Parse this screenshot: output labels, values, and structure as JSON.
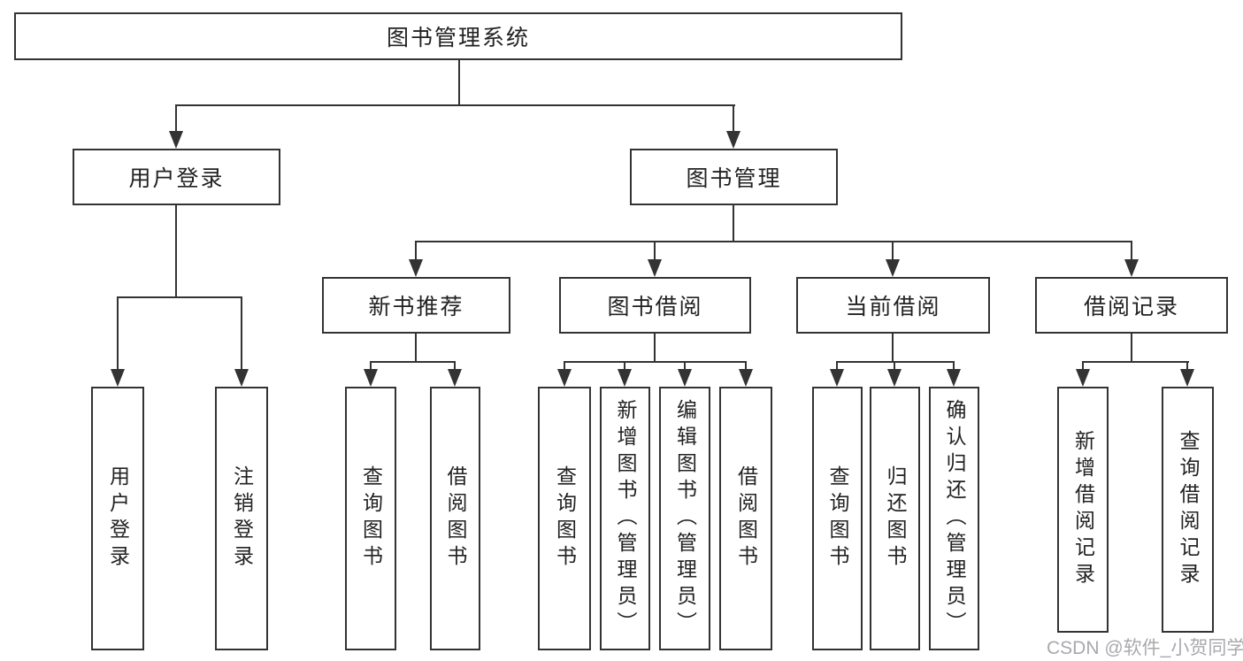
{
  "diagram": {
    "root": {
      "label": "图书管理系统"
    },
    "branches": [
      {
        "id": "user-login",
        "label": "用户登录"
      },
      {
        "id": "book-management",
        "label": "图书管理"
      }
    ],
    "modules": [
      {
        "id": "new-book-recommend",
        "label": "新书推荐"
      },
      {
        "id": "book-borrow",
        "label": "图书借阅"
      },
      {
        "id": "current-borrow",
        "label": "当前借阅"
      },
      {
        "id": "borrow-records",
        "label": "借阅记录"
      }
    ],
    "leaves": {
      "user_login": [
        "用户登录",
        "注销登录"
      ],
      "new_book_recommend": [
        "查询图书",
        "借阅图书"
      ],
      "book_borrow": [
        "查询图书",
        "新增图书（管理员）",
        "编辑图书（管理员）",
        "借阅图书"
      ],
      "current_borrow": [
        "查询图书",
        "归还图书",
        "确认归还（管理员）"
      ],
      "borrow_records": [
        "新增借阅记录",
        "查询借阅记录"
      ]
    },
    "watermark": "CSDN @软件_小贺同学",
    "colors": {
      "line": "#333333",
      "text": "#222222",
      "watermark": "#a9a9ae",
      "background": "#ffffff"
    }
  }
}
